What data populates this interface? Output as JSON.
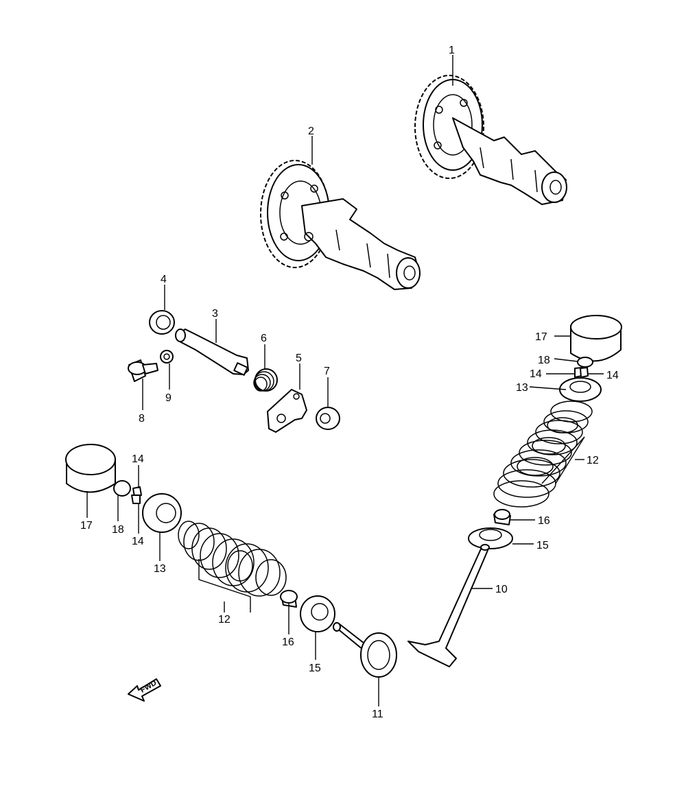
{
  "callouts": {
    "c1": "1",
    "c2": "2",
    "c3": "3",
    "c4": "4",
    "c5": "5",
    "c6": "6",
    "c7": "7",
    "c8": "8",
    "c9": "9",
    "c10": "10",
    "c11": "11",
    "c12a": "12",
    "c12b": "12",
    "c13a": "13",
    "c13b": "13",
    "c14a": "14",
    "c14b": "14",
    "c14c": "14",
    "c14d": "14",
    "c15a": "15",
    "c15b": "15",
    "c16a": "16",
    "c16b": "16",
    "c17a": "17",
    "c17b": "17",
    "c18a": "18",
    "c18b": "18"
  },
  "fwd_label": "FWD"
}
